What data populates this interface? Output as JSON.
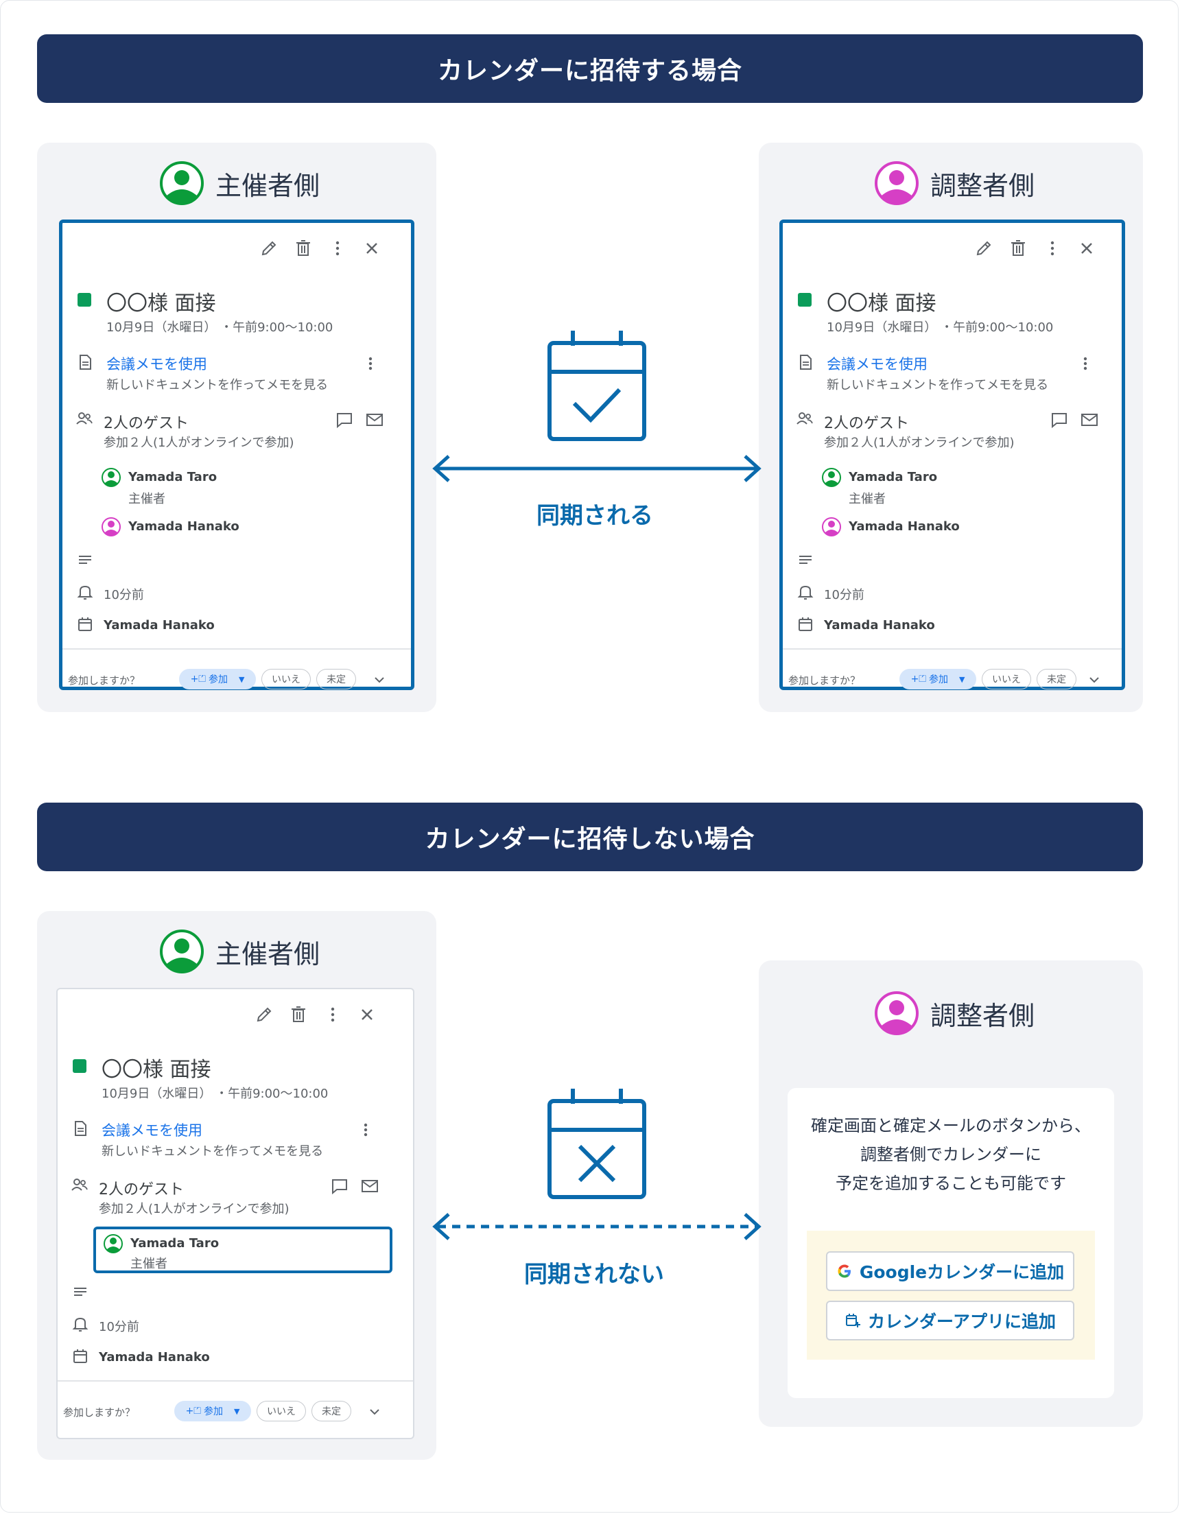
{
  "section1": {
    "title": "カレンダーに招待する場合",
    "sync_label": "同期される"
  },
  "section2": {
    "title": "カレンダーに招待しない場合",
    "sync_label": "同期されない"
  },
  "roles": {
    "organizer": "主催者側",
    "coordinator": "調整者側"
  },
  "event": {
    "title": "〇〇様 面接",
    "datetime": "10月9日（水曜日） ・午前9:00〜10:00",
    "notes_link": "会議メモを使用",
    "notes_sub": "新しいドキュメントを作ってメモを見る",
    "guests_count": "2人のゲスト",
    "guests_sub": "参加２人(1人がオンラインで参加)",
    "guest1_name": "Yamada Taro",
    "guest1_role": "主催者",
    "guest2_name": "Yamada Hanako",
    "reminder": "10分前",
    "calendar_owner": "Yamada Hanako",
    "rsvp_prompt": "参加しますか？",
    "rsvp_yes": "参加",
    "rsvp_no": "いいえ",
    "rsvp_maybe": "未定"
  },
  "note": {
    "line1": "確定画面と確定メールのボタンから、",
    "line2": "調整者側でカレンダーに",
    "line3": "予定を追加することも可能です",
    "google_btn": "Googleカレンダーに追加",
    "app_btn": "カレンダーアプリに追加"
  },
  "colors": {
    "banner": "#1f3461",
    "accent": "#0a6aac",
    "organizer": "#0b9c3a",
    "coordinator": "#d63fc5",
    "event": "#0b9c5a"
  }
}
